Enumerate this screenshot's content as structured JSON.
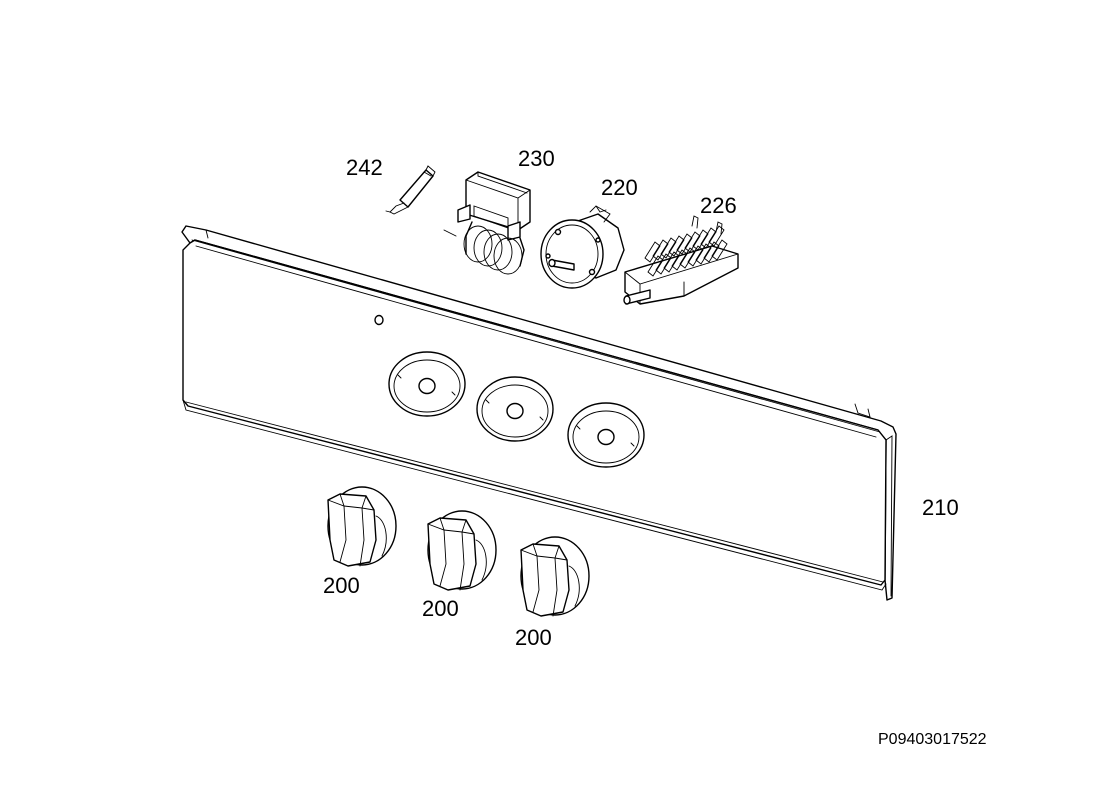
{
  "drawing_code": "P09403017522",
  "callouts": {
    "fuse": "242",
    "thermostat": "230",
    "timer": "220",
    "selector_switch": "226",
    "control_panel": "210",
    "knob_1": "200",
    "knob_2": "200",
    "knob_3": "200"
  },
  "colors": {
    "line": "#000000",
    "background": "#ffffff"
  }
}
